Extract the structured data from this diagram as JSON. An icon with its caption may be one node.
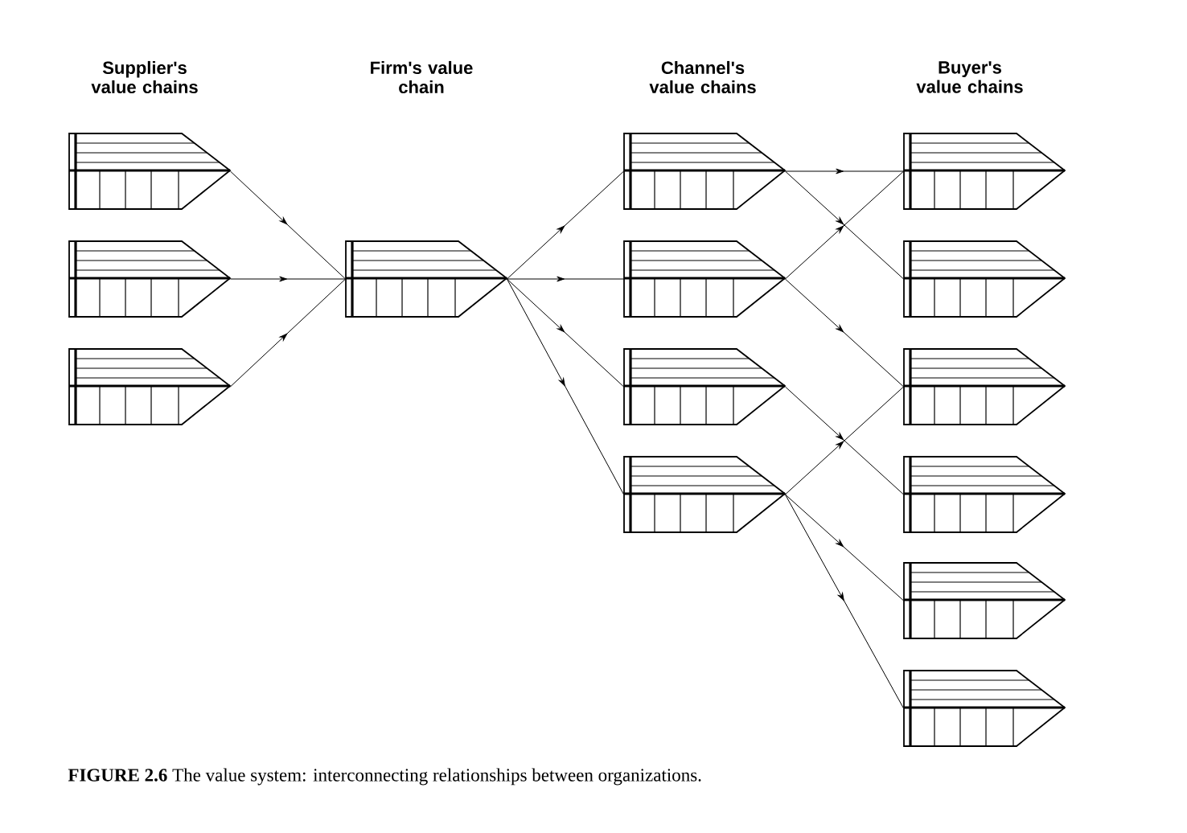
{
  "diagram": {
    "caption": "**FIGURE 2.6** The value system: interconnecting relationships between organizations.",
    "labels": [
      "Supplier's value chains",
      "Firm's value chain",
      "Channel's value chains",
      "Buyer's value chains"
    ],
    "nodes": [
      {
        "text": [],
        "shape": "pentagon"
      },
      {
        "text": [],
        "shape": "pentagon"
      },
      {
        "text": [],
        "shape": "pentagon"
      },
      {
        "text": [],
        "shape": "pentagon"
      },
      {
        "text": [],
        "shape": "pentagon"
      },
      {
        "text": [],
        "shape": "pentagon"
      },
      {
        "text": [],
        "shape": "pentagon"
      },
      {
        "text": [],
        "shape": "pentagon"
      },
      {
        "text": [],
        "shape": "pentagon"
      },
      {
        "text": [],
        "shape": "pentagon"
      },
      {
        "text": [],
        "shape": "pentagon"
      },
      {
        "text": [],
        "shape": "pentagon"
      },
      {
        "text": [],
        "shape": "pentagon"
      },
      {
        "text": [],
        "shape": "pentagon"
      }
    ],
    "edges": [
      {
        "from": 0,
        "to": 3,
        "arrow": "to"
      },
      {
        "from": 1,
        "to": 3,
        "arrow": "to"
      },
      {
        "from": 2,
        "to": 3,
        "arrow": "to"
      },
      {
        "from": 3,
        "to": 4,
        "arrow": "to"
      },
      {
        "from": 3,
        "to": 5,
        "arrow": "to"
      },
      {
        "from": 3,
        "to": 6,
        "arrow": "to"
      },
      {
        "from": 3,
        "to": 7,
        "arrow": "to"
      },
      {
        "from": 4,
        "to": 8,
        "arrow": "to"
      },
      {
        "from": 4,
        "to": 9,
        "arrow": "to"
      },
      {
        "from": 5,
        "to": 8,
        "arrow": "to"
      },
      {
        "from": 5,
        "to": 10,
        "arrow": "to"
      },
      {
        "from": 6,
        "to": 11,
        "arrow": "to"
      },
      {
        "from": 7,
        "to": 10,
        "arrow": "to"
      },
      {
        "from": 7,
        "to": 12,
        "arrow": "to"
      },
      {
        "from": 7,
        "to": 13,
        "arrow": "to"
      }
    ]
  }
}
